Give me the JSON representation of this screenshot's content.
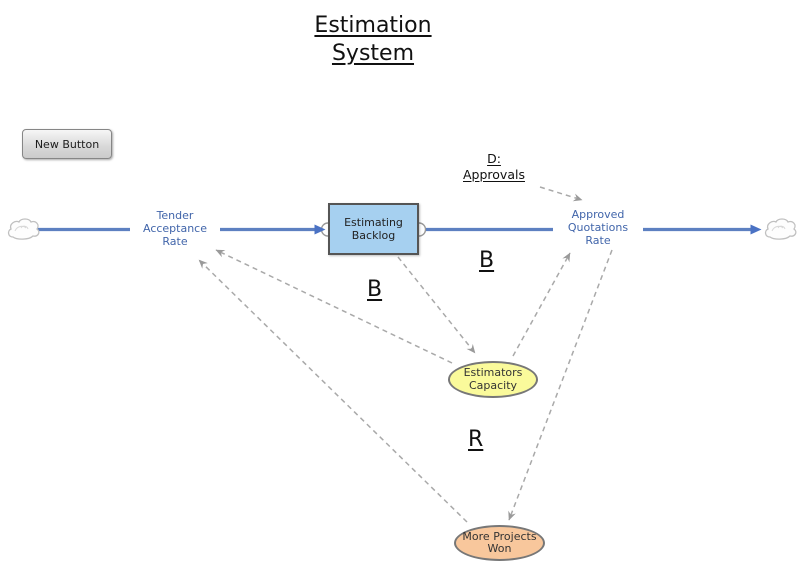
{
  "title": {
    "line1": "Estimation",
    "line2": "System"
  },
  "button": {
    "label": "New Button"
  },
  "nodes": {
    "tender": {
      "line1": "Tender",
      "line2": "Acceptance",
      "line3": "Rate"
    },
    "backlog": {
      "line1": "Estimating",
      "line2": "Backlog"
    },
    "approved": {
      "line1": "Approved",
      "line2": "Quotations",
      "line3": "Rate"
    },
    "delay": {
      "line1": "D:",
      "line2": "Approvals"
    },
    "estimators": {
      "line1": "Estimators",
      "line2": "Capacity"
    },
    "projects": {
      "line1": "More Projects",
      "line2": "Won"
    }
  },
  "loops": {
    "b_right": "B",
    "b_left": "B",
    "r": "R"
  },
  "icons": {
    "flow_source": "cloud-icon",
    "flow_sink": "cloud-icon"
  },
  "flow_chain": [
    "source-cloud",
    "tender-acceptance-rate",
    "estimating-backlog",
    "approved-quotations-rate",
    "sink-cloud"
  ],
  "connections": [
    {
      "from": "estimating-backlog",
      "to": "estimators-capacity",
      "style": "dashed"
    },
    {
      "from": "estimators-capacity",
      "to": "tender-acceptance-rate",
      "style": "dashed"
    },
    {
      "from": "estimators-capacity",
      "to": "approved-quotations-rate",
      "style": "dashed"
    },
    {
      "from": "approved-quotations-rate",
      "to": "more-projects-won",
      "style": "dashed"
    },
    {
      "from": "more-projects-won",
      "to": "tender-acceptance-rate",
      "style": "dashed"
    },
    {
      "from": "delay-approvals",
      "to": "approved-quotations-rate",
      "style": "dashed"
    }
  ],
  "colors": {
    "flow_blue": "#5d80c1",
    "arrow_blue": "#4a72c4",
    "text_blue": "#4165aa",
    "stock_fill": "#a6d0f0",
    "stock_border": "#555555",
    "capacity_fill": "#fafa9b",
    "projects_fill": "#f8c79c",
    "ellipse_border": "#777777",
    "connector_gray": "#a9a9a9",
    "cloud_gray": "#c0c0c0"
  }
}
